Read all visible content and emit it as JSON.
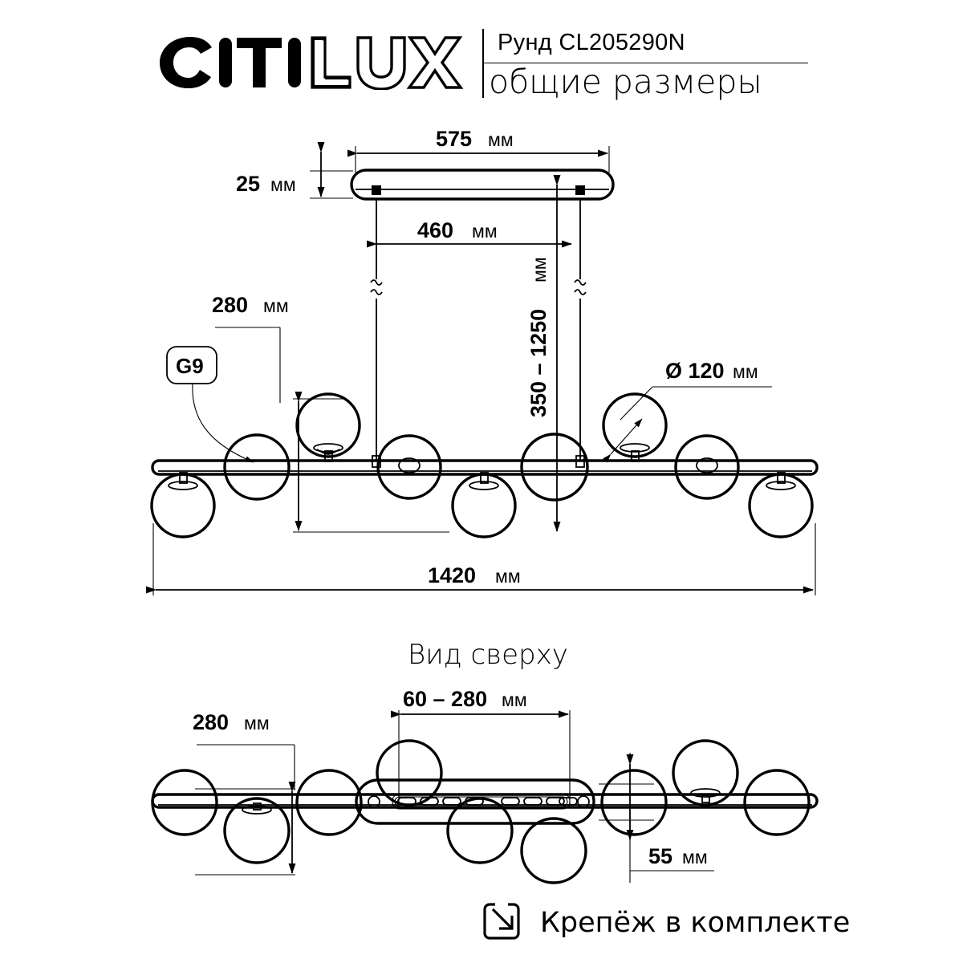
{
  "header": {
    "brand": "CITILUX",
    "model": "Рунд CL205290N",
    "subtitle": "общие размеры"
  },
  "main_view": {
    "dim_plate_width": {
      "value": "575",
      "unit": "мм"
    },
    "dim_plate_height": {
      "value": "25",
      "unit": "мм"
    },
    "dim_cable_spacing": {
      "value": "460",
      "unit": "мм"
    },
    "dim_drop_range": {
      "value": "350 – 1250",
      "unit": "мм"
    },
    "dim_height": {
      "value": "280",
      "unit": "мм"
    },
    "dim_globe_diameter": {
      "value": "Ø 120",
      "unit": "мм"
    },
    "dim_total_width": {
      "value": "1420",
      "unit": "мм"
    },
    "lamp_socket_label": "G9"
  },
  "top_view": {
    "title": "Вид сверху",
    "dim_plate_range": {
      "value": "60 – 280",
      "unit": "мм"
    },
    "dim_depth": {
      "value": "280",
      "unit": "мм"
    },
    "dim_plate_depth": {
      "value": "55",
      "unit": "мм"
    }
  },
  "footer": {
    "note": "Крепёж в комплекте",
    "icon": "arrow-into-box-icon"
  },
  "colors": {
    "line": "#000000",
    "background": "#ffffff"
  }
}
